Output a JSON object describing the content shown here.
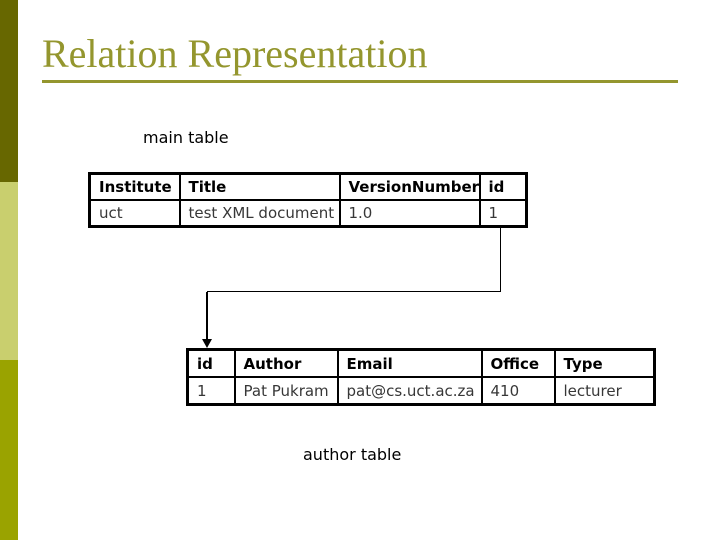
{
  "page": {
    "title": "Relation Representation"
  },
  "colors": {
    "accent": "#94962e",
    "bar_top": "#676700",
    "bar_middle": "#c9cf6e",
    "bar_bottom": "#9aa300",
    "table_border": "#000000"
  },
  "main_table": {
    "label": "main table",
    "headers": [
      "Institute",
      "Title",
      "VersionNumber",
      "id"
    ],
    "row": [
      "uct",
      "test XML document",
      "1.0",
      "1"
    ]
  },
  "author_table": {
    "label": "author table",
    "headers": [
      "id",
      "Author",
      "Email",
      "Office",
      "Type"
    ],
    "row": [
      "1",
      "Pat Pukram",
      "pat@cs.uct.ac.za",
      "410",
      "lecturer"
    ]
  }
}
